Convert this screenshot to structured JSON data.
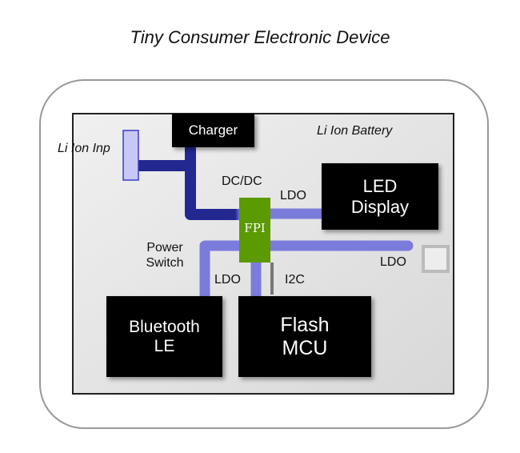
{
  "title": "Tiny Consumer Electronic Device",
  "labels": {
    "li_ion_input": "Li Ion Inp",
    "li_ion_battery": "Li Ion Battery",
    "dcdc": "DC/DC",
    "ldo_led": "LDO",
    "ldo_right": "LDO",
    "ldo_bt": "LDO",
    "i2c": "I2C",
    "power_switch_1": "Power",
    "power_switch_2": "Switch"
  },
  "blocks": {
    "charger": "Charger",
    "led_display_1": "LED",
    "led_display_2": "Display",
    "bluetooth_1": "Bluetooth",
    "bluetooth_2": "LE",
    "flash_1": "Flash",
    "flash_2": "MCU",
    "fpi": "FPI"
  },
  "colors": {
    "power_line_dark": "#232890",
    "power_line_light": "#7b7bdc",
    "fpi": "#5b9a00",
    "block": "#000000"
  }
}
